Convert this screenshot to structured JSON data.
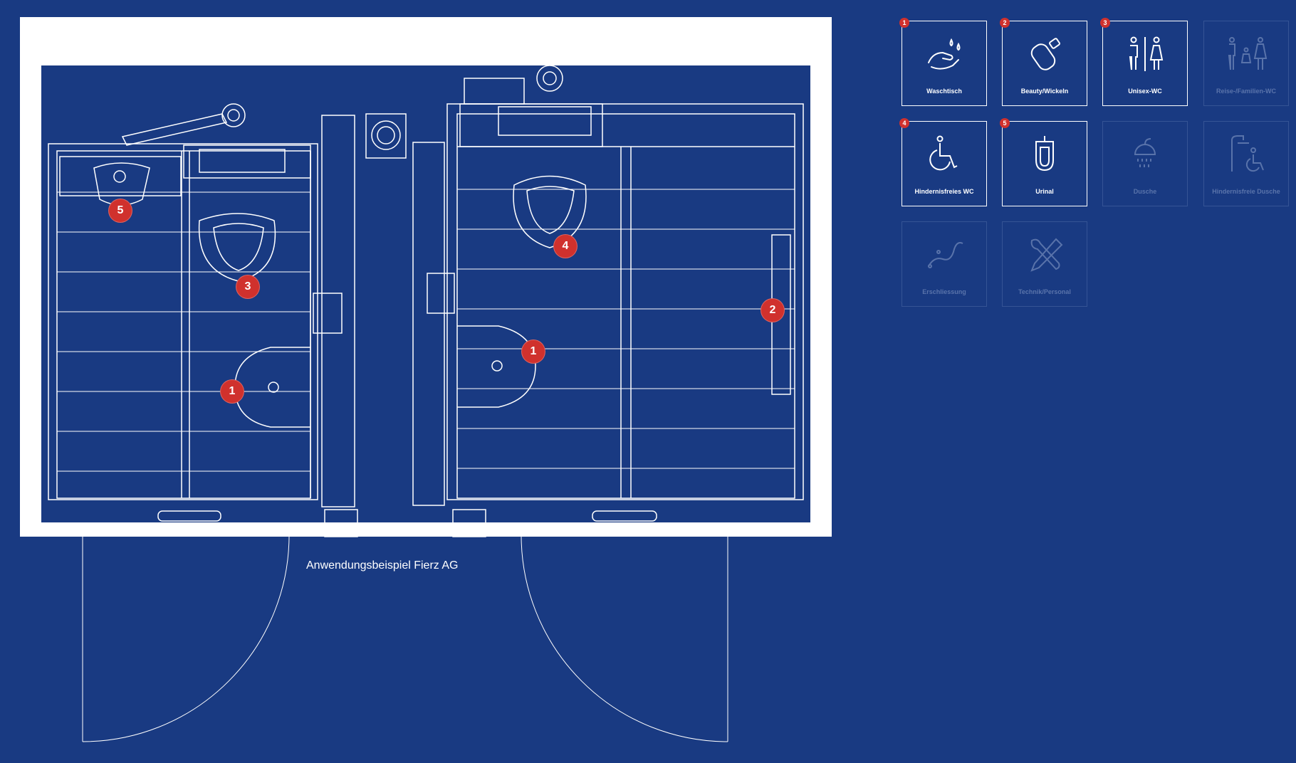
{
  "caption": "Anwendungsbeispiel Fierz AG",
  "colors": {
    "background": "#193a82",
    "line": "#ffffff",
    "marker": "#d0312d",
    "disabled": "#4d6aa6"
  },
  "markers": [
    {
      "num": "5"
    },
    {
      "num": "3"
    },
    {
      "num": "1"
    },
    {
      "num": "4"
    },
    {
      "num": "1"
    },
    {
      "num": "2"
    }
  ],
  "legend": [
    {
      "num": "1",
      "label": "Waschtisch",
      "icon": "hand-washing-icon",
      "enabled": true
    },
    {
      "num": "2",
      "label": "Beauty/Wickeln",
      "icon": "lotion-bottle-icon",
      "enabled": true
    },
    {
      "num": "3",
      "label": "Unisex-WC",
      "icon": "unisex-wc-icon",
      "enabled": true
    },
    {
      "num": "",
      "label": "Reise-/Familien-WC",
      "icon": "family-wc-icon",
      "enabled": false
    },
    {
      "num": "4",
      "label": "Hindernisfreies WC",
      "icon": "wheelchair-icon",
      "enabled": true
    },
    {
      "num": "5",
      "label": "Urinal",
      "icon": "urinal-icon",
      "enabled": true
    },
    {
      "num": "",
      "label": "Dusche",
      "icon": "shower-icon",
      "enabled": false
    },
    {
      "num": "",
      "label": "Hindernisfreie Dusche",
      "icon": "accessible-shower-icon",
      "enabled": false
    },
    {
      "num": "",
      "label": "Erschliessung",
      "icon": "path-icon",
      "enabled": false
    },
    {
      "num": "",
      "label": "Technik/Personal",
      "icon": "tools-icon",
      "enabled": false
    }
  ]
}
